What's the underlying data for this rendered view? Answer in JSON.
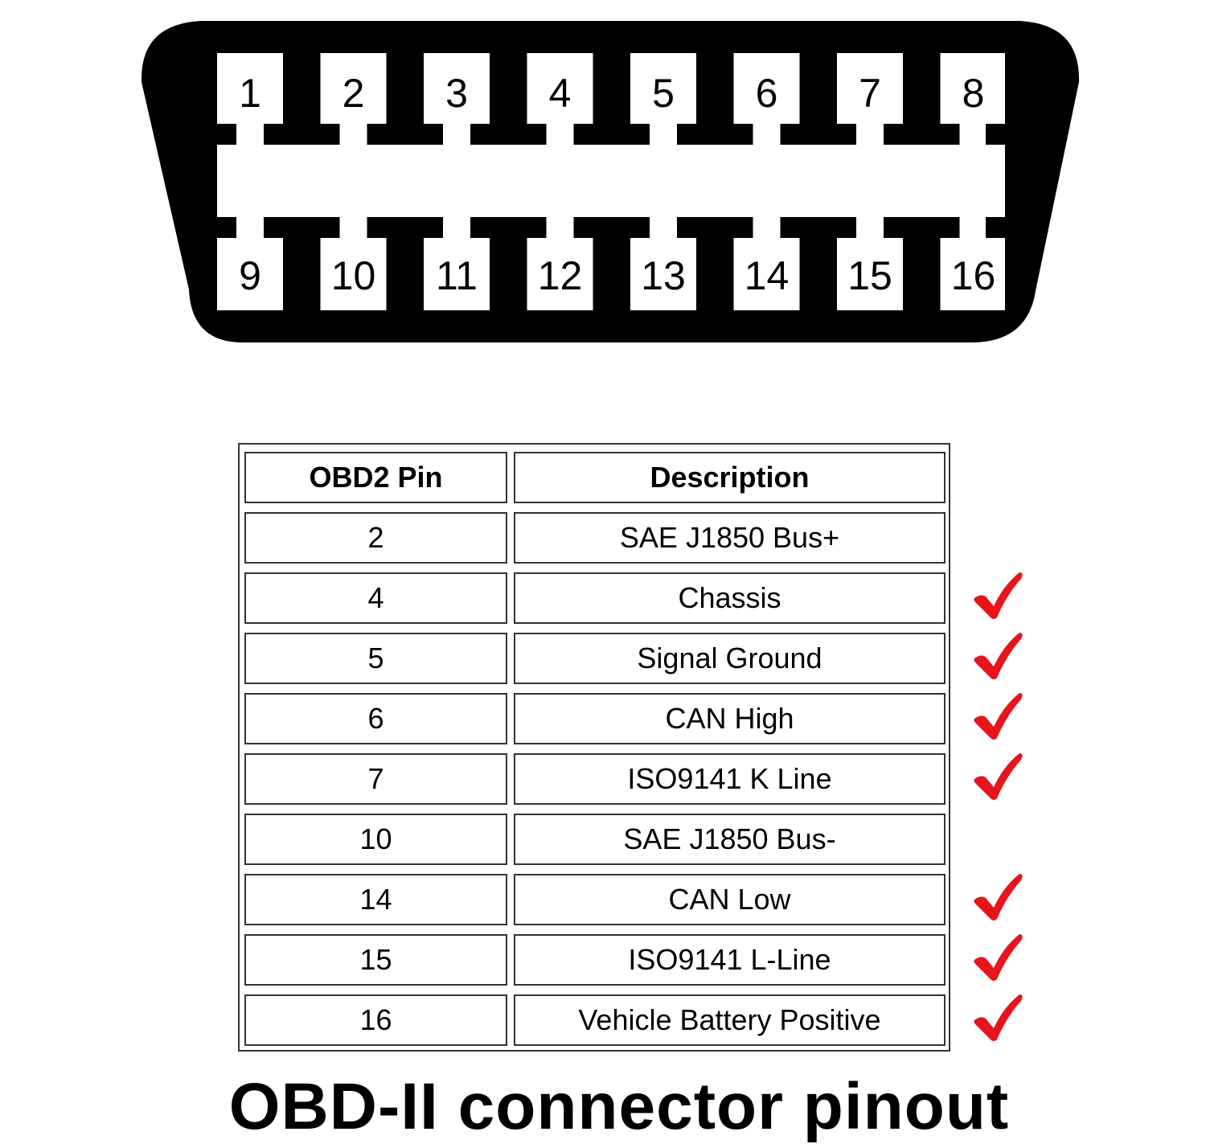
{
  "connector": {
    "top_row_pins": [
      "1",
      "2",
      "3",
      "4",
      "5",
      "6",
      "7",
      "8"
    ],
    "bottom_row_pins": [
      "9",
      "10",
      "11",
      "12",
      "13",
      "14",
      "15",
      "16"
    ]
  },
  "table": {
    "headers": {
      "pin": "OBD2 Pin",
      "description": "Description"
    },
    "rows": [
      {
        "pin": "2",
        "description": "SAE J1850 Bus+",
        "checked": false
      },
      {
        "pin": "4",
        "description": "Chassis",
        "checked": true
      },
      {
        "pin": "5",
        "description": "Signal Ground",
        "checked": true
      },
      {
        "pin": "6",
        "description": "CAN High",
        "checked": true
      },
      {
        "pin": "7",
        "description": "ISO9141 K Line",
        "checked": true
      },
      {
        "pin": "10",
        "description": "SAE J1850 Bus-",
        "checked": false
      },
      {
        "pin": "14",
        "description": "CAN Low",
        "checked": true
      },
      {
        "pin": "15",
        "description": "ISO9141 L-Line",
        "checked": true
      },
      {
        "pin": "16",
        "description": "Vehicle Battery Positive",
        "checked": true
      }
    ]
  },
  "caption": "OBD-II connector pinout",
  "colors": {
    "connector": "#000000",
    "check": "#e8141c",
    "border": "#333333"
  },
  "icons": {
    "check": "check-icon"
  }
}
